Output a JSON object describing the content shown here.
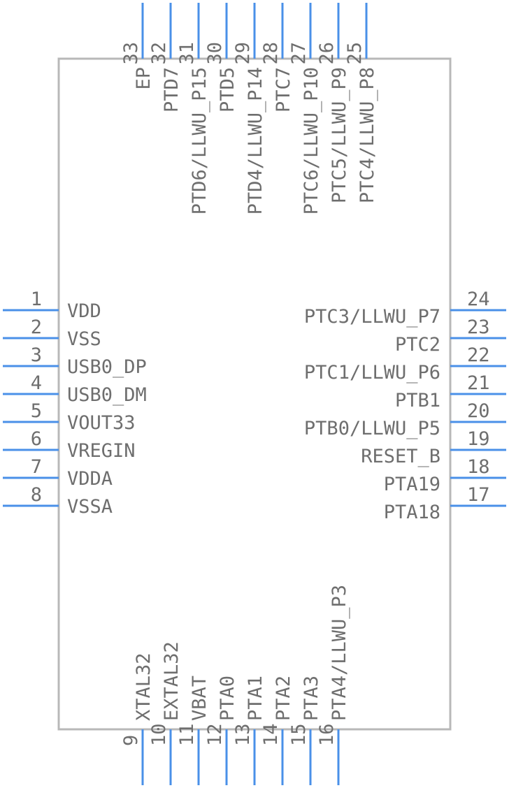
{
  "left_pins": [
    {
      "num": "1",
      "label": "VDD"
    },
    {
      "num": "2",
      "label": "VSS"
    },
    {
      "num": "3",
      "label": "USB0_DP"
    },
    {
      "num": "4",
      "label": "USB0_DM"
    },
    {
      "num": "5",
      "label": "VOUT33"
    },
    {
      "num": "6",
      "label": "VREGIN"
    },
    {
      "num": "7",
      "label": "VDDA"
    },
    {
      "num": "8",
      "label": "VSSA"
    }
  ],
  "right_pins": [
    {
      "num": "24",
      "label": "PTC3/LLWU_P7"
    },
    {
      "num": "23",
      "label": "PTC2"
    },
    {
      "num": "22",
      "label": "PTC1/LLWU_P6"
    },
    {
      "num": "21",
      "label": "PTB1"
    },
    {
      "num": "20",
      "label": "PTB0/LLWU_P5"
    },
    {
      "num": "19",
      "label": "RESET_B"
    },
    {
      "num": "18",
      "label": "PTA19"
    },
    {
      "num": "17",
      "label": "PTA18"
    }
  ],
  "bottom_pins": [
    {
      "num": "9",
      "label": "XTAL32"
    },
    {
      "num": "10",
      "label": "EXTAL32"
    },
    {
      "num": "11",
      "label": "VBAT"
    },
    {
      "num": "12",
      "label": "PTA0"
    },
    {
      "num": "13",
      "label": "PTA1"
    },
    {
      "num": "14",
      "label": "PTA2"
    },
    {
      "num": "15",
      "label": "PTA3"
    },
    {
      "num": "16",
      "label": "PTA4/LLWU_P3"
    }
  ],
  "top_pins": [
    {
      "num": "33",
      "label": "EP"
    },
    {
      "num": "32",
      "label": "PTD7"
    },
    {
      "num": "31",
      "label": "PTD6/LLWU_P15"
    },
    {
      "num": "30",
      "label": "PTD5"
    },
    {
      "num": "29",
      "label": "PTD4/LLWU_P14"
    },
    {
      "num": "28",
      "label": "PTC7"
    },
    {
      "num": "27",
      "label": "PTC6/LLWU_P10"
    },
    {
      "num": "26",
      "label": "PTC5/LLWU_P9"
    },
    {
      "num": "25",
      "label": "PTC4/LLWU_P8"
    }
  ]
}
